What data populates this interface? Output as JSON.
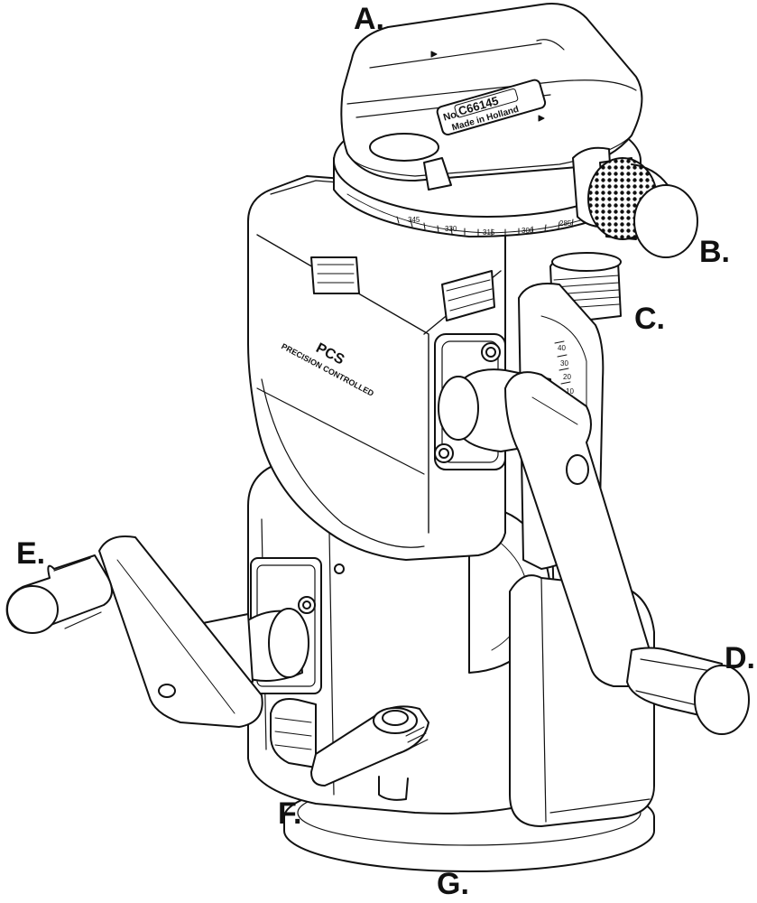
{
  "callouts": {
    "a": "A.",
    "b": "B.",
    "c": "C.",
    "d": "D.",
    "e": "E.",
    "f": "F.",
    "g": "G."
  },
  "plate": {
    "serial_prefix": "No.",
    "serial": "C66145",
    "made_in": "Made in Holland"
  },
  "body_text": {
    "brand": "PCS",
    "tagline": "PRECISION CONTROLLED"
  },
  "pan_scale": [
    "345",
    "330",
    "315",
    "300",
    "285"
  ],
  "tilt_scale": [
    "40",
    "30",
    "20",
    "10"
  ],
  "colors": {
    "ink": "#111111",
    "paper": "#ffffff",
    "light_fill": "#f4f4f4"
  },
  "icons": [
    "geared-head-drawing",
    "knurled-knob",
    "crank-handle"
  ]
}
